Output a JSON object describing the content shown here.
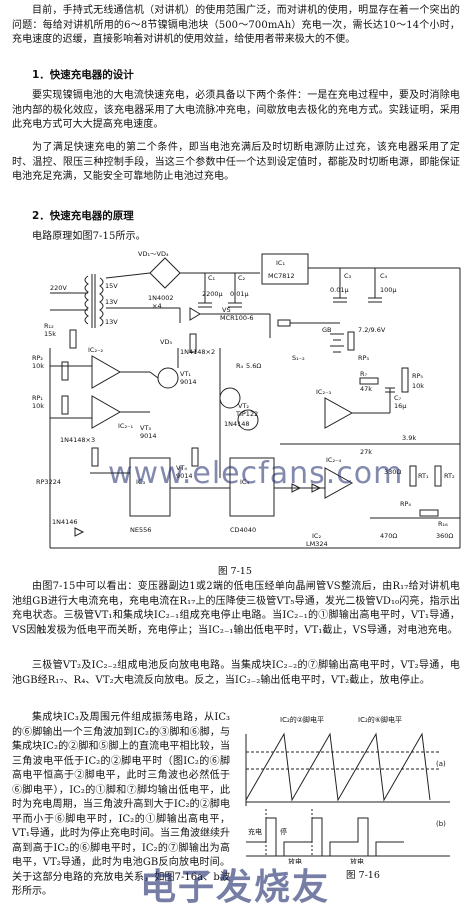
{
  "intro": "目前，手持式无线通信机（对讲机）的使用范围广泛，而对讲机的使用，明显存在着一个突出的问题：每给对讲机所用的6～8节镍镉电池块（500～700mAh）充电一次，需长达10～14个小时，充电速度的迟缓，直接影响着对讲机的使用效益，给使用者带来极大的不便。",
  "section1": {
    "heading": "1．快速充电器的设计",
    "p1": "要实现镍镉电池的大电流快速充电，必须具备以下两个条件：一是在充电过程中，要及时消除电池内部的极化效应，该充电器采用了大电流脉冲充电，间歇放电去极化的充电方式。实践证明，采用此充电方式可大大提高充电速度。",
    "p2": "为了满足快速充电的第二个条件，即当电池充满后及时切断电源防止过充，该充电器采用了定时、温控、限压三种控制手段，当这三个参数中任一个达到设定值时，都能及时切断电源，即能保证电池充足充满，又能安全可靠地防止电池过充电。"
  },
  "section2": {
    "heading": "2．快速充电器的原理",
    "intro": "电路原理如图7-15所示。"
  },
  "figure15": {
    "caption": "图 7-15",
    "labels": {
      "vd": "VD₁～VD₄",
      "ic1": "IC₁",
      "ic1_part": "MC7812",
      "v220": "220V",
      "v15": "15V",
      "v13a": "13V",
      "v13b": "13V",
      "in4002": "1N4002",
      "x4": "×4",
      "c1": "C₁",
      "c1v": "2200μ",
      "c2": "C₂",
      "c2v": "0.01μ",
      "c3": "C₃",
      "c3v": "0.01μ",
      "c4": "C₄",
      "c4v": "100μ",
      "vs": "VS",
      "mcr": "MCR100-6",
      "r12": "R₁₂",
      "r12v": "15k",
      "rp2": "RP₂",
      "rp2v": "10k",
      "rp1": "RP₁",
      "rp1v": "10k",
      "ic22": "IC₂₋₂",
      "ic21": "IC₂₋₁",
      "in4148x3": "1N4148×3",
      "vd5": "VD₅",
      "in4148x2": "1N4148×2",
      "vt1": "VT₁",
      "vt1p": "9014",
      "vt3": "VT₃",
      "vt3p": "9014",
      "vt2": "VT₂",
      "vt2p": "TIP122",
      "r4": "R₄",
      "r4v": "5.6Ω",
      "gb": "GB",
      "gbv": "7.2/9.6V",
      "rp3": "RP₃",
      "rp5": "RP₅",
      "rp5v": "10k",
      "ic23": "IC₂₋₃",
      "ic24": "IC₂₋₄",
      "r7": "R₇",
      "r7v": "47k",
      "c7": "C₇",
      "c7v": "16μ",
      "in4148": "1N4148",
      "rp3224": "RP3224",
      "ic3": "IC₃",
      "ic3p": "NE556",
      "vt4": "VT₄",
      "vt4p": "9014",
      "ic4": "IC₄",
      "ic4p": "CD4040",
      "ic2": "IC₂",
      "ic2p": "LM324",
      "in4146": "1N4146",
      "rt1": "RT₁",
      "rt2": "RT₂",
      "r16": "R₁₆",
      "r16v": "360Ω",
      "rp4": "RP₄",
      "rp4v": "470Ω",
      "r330": "330Ω",
      "r27k": "27k",
      "r39": "3.9k",
      "s1": "S₁₋₂"
    }
  },
  "para_after_fig": "由图7-15中可以看出：变压器副边1或2端的低电压经单向晶闸管VS整流后，由R₁₇给对讲机电池组GB进行大电流充电，充电电流在R₁₇上的压降使三极管VT₅导通，发光二极管VD₁₀闪亮，指示出充电状态。三极管VT₁和集成块IC₂₋₁组成充电停止电路。当IC₂₋₁的①脚输出高电平时，VT₁导通，VS因触发极为低电平而关断，充电停止；当IC₂₋₁输出低电平时，VT₁截止，VS导通，对电池充电。",
  "para_discharge": "三极管VT₂及IC₂₋₂组成电池反向放电电路。当集成块IC₂₋₂的⑦脚输出高电平时，VT₂导通，电池GB经R₁₇、R₄、VT₂大电流反向放电。反之，当IC₂₋₂输出低电平时，VT₂截止，放电停止。",
  "para_osc": "集成块IC₃及周围元件组成振荡电路，从IC₃的⑥脚输出一个三角波加到IC₂的③脚和⑥脚，与集成块IC₂的②脚和⑤脚上的直流电平相比较，当三角波电平低于IC₂的②脚电平时（图IC₂的⑥脚高电平恒高于②脚电平，此时三角波也必然低于⑥脚电平），IC₂的①脚和⑦脚均输出低电平，此时为充电周期，当三角波升高到大于IC₂的②脚电平而小于⑥脚电平时，IC₂的①脚输出高电平，VT₁导通，此时为停止充电时间。当三角波继续升高到高于IC₂的⑥脚电平时，IC₂的⑦脚输出为高电平，VT₂导通，此时为电池GB反向放电时间。关于这部分电路的充放电关系，如图7-16a、b波形所示。",
  "figure16": {
    "caption": "图 7-16",
    "label_ic2_pin2": "IC₂的②脚电平",
    "label_ic2_pin6": "IC₂的⑥脚电平",
    "label_a": "(a)",
    "label_b": "(b)",
    "label_charge": "充电",
    "label_stop": "停",
    "label_discharge1": "放电",
    "label_discharge2": "放电"
  },
  "watermarks": {
    "site": "www.elecfans.com",
    "brand": "电子发烧友"
  }
}
